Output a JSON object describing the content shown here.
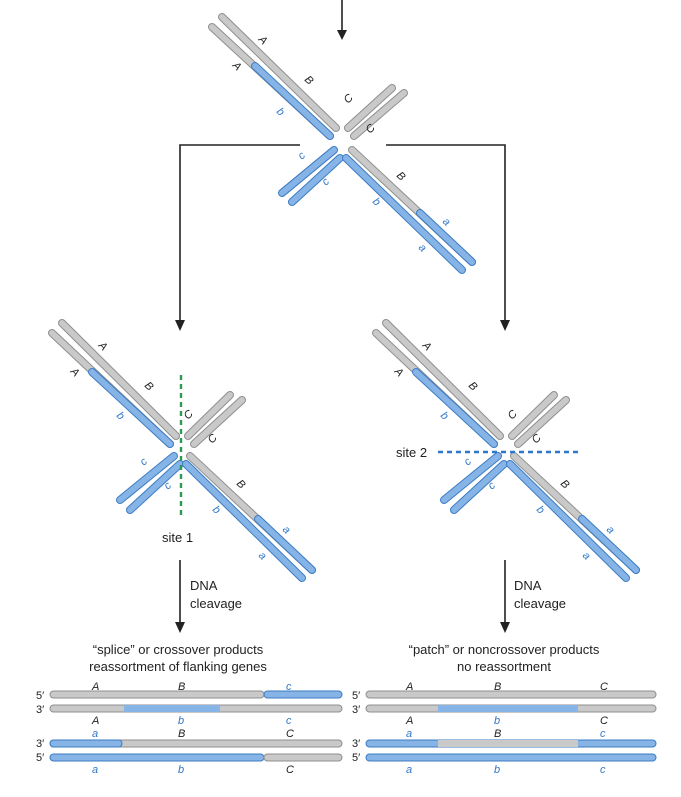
{
  "colors": {
    "gray_strand": "#c9c9c9",
    "gray_edge": "#8f8f8f",
    "blue_strand": "#86b4e6",
    "blue_edge": "#3c7cc3",
    "site1_line": "#2a9a55",
    "site2_line": "#2f77c8",
    "black_gene": "#222222",
    "blue_gene": "#2f77c8"
  },
  "gene_labels": {
    "upper_case": [
      "A",
      "B",
      "C"
    ],
    "lower_case": [
      "a",
      "b",
      "c"
    ]
  },
  "site1": {
    "label": "site 1"
  },
  "site2": {
    "label": "site 2"
  },
  "cleavage_left": {
    "line1": "DNA",
    "line2": "cleavage"
  },
  "cleavage_right": {
    "line1": "DNA",
    "line2": "cleavage"
  },
  "products_left": {
    "title1": "“splice” or crossover products",
    "title2": "reassortment of flanking genes",
    "top_pair": {
      "top_end": "5′",
      "bottom_end": "3′",
      "above": [
        "A",
        "B",
        "c"
      ],
      "below": [
        "A",
        "b",
        "c"
      ]
    },
    "bottom_pair": {
      "top_end": "3′",
      "bottom_end": "5′",
      "above": [
        "a",
        "B",
        "C"
      ],
      "below": [
        "a",
        "b",
        "C"
      ]
    }
  },
  "products_right": {
    "title1": "“patch” or noncrossover products",
    "title2": "no reassortment",
    "top_pair": {
      "top_end": "5′",
      "bottom_end": "3′",
      "above": [
        "A",
        "B",
        "C"
      ],
      "below": [
        "A",
        "b",
        "C"
      ]
    },
    "bottom_pair": {
      "top_end": "3′",
      "bottom_end": "5′",
      "above": [
        "a",
        "B",
        "c"
      ],
      "below": [
        "a",
        "b",
        "c"
      ]
    }
  }
}
